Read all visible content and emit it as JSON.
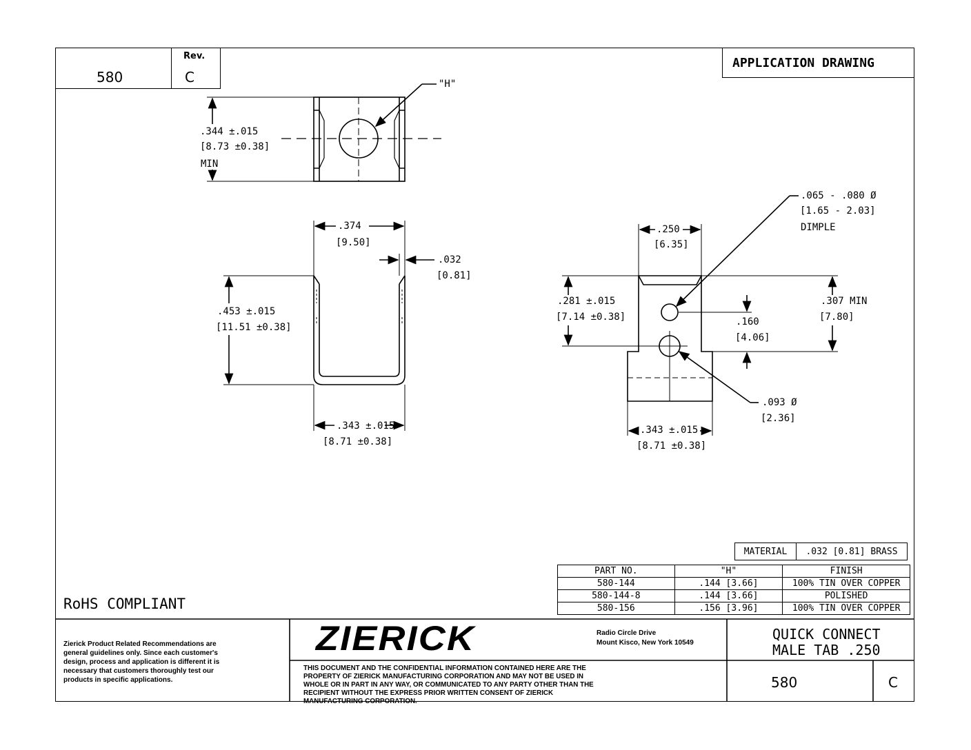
{
  "header": {
    "doc_number": "580",
    "rev_label": "Rev.",
    "rev_value": "C",
    "drawing_type": "APPLICATION DRAWING"
  },
  "top_view": {
    "hole_label": "\"H\"",
    "height_dim": ".344 ±.015",
    "height_dim_mm": "[8.73 ±0.38]",
    "height_note": "MIN"
  },
  "front_view": {
    "width_dim": ".374",
    "width_dim_mm": "[9.50]",
    "thickness_dim": ".032",
    "thickness_dim_mm": "[0.81]",
    "height_dim": ".453 ±.015",
    "height_dim_mm": "[11.51 ±0.38]",
    "bottom_dim": ".343 ±.015",
    "bottom_dim_mm": "[8.71 ±0.38]"
  },
  "side_view": {
    "tab_width": ".250",
    "tab_width_mm": "[6.35]",
    "dimple_dim": ".065 - .080  Ø",
    "dimple_dim_mm": "[1.65 - 2.03]",
    "dimple_label": "DIMPLE",
    "dimple_height": ".281 ±.015",
    "dimple_height_mm": "[7.14 ±0.38]",
    "tab_height": ".307  MIN",
    "tab_height_mm": "[7.80]",
    "hole_spacing": ".160",
    "hole_spacing_mm": "[4.06]",
    "hole_dim": ".093  Ø",
    "hole_dim_mm": "[2.36]",
    "base_width": ".343 ±.015",
    "base_width_mm": "[8.71 ±0.38]"
  },
  "material": {
    "label": "MATERIAL",
    "value": ".032 [0.81] BRASS"
  },
  "parts_table": {
    "headers": [
      "PART NO.",
      "\"H\"",
      "FINISH"
    ],
    "rows": [
      [
        "580-144",
        ".144 [3.66]",
        "100% TIN OVER COPPER"
      ],
      [
        "580-144-8",
        ".144 [3.66]",
        "POLISHED"
      ],
      [
        "580-156",
        ".156 [3.96]",
        "100% TIN OVER COPPER"
      ]
    ]
  },
  "rohs": "RoHS COMPLIANT",
  "title_block": {
    "disclaimer": "Zierick Product Related Recommendations are general guidelines only. Since each customer's design, process and application is different it is necessary that customers thoroughly test our products in specific applications.",
    "logo": "ZIERICK",
    "address_line1": "Radio Circle Drive",
    "address_line2": "Mount Kisco, New York 10549",
    "confidential": "THIS DOCUMENT AND THE CONFIDENTIAL INFORMATION CONTAINED HERE ARE THE PROPERTY OF ZIERICK MANUFACTURING CORPORATION AND MAY NOT BE USED IN WHOLE OR IN PART IN ANY WAY, OR COMMUNICATED TO ANY PARTY OTHER THAN THE RECIPIENT WITHOUT THE EXPRESS PRIOR WRITTEN CONSENT OF ZIERICK MANUFACTURING CORPORATION.",
    "title_line1": "QUICK CONNECT",
    "title_line2": "MALE TAB .250",
    "doc_number": "580",
    "rev": "C"
  }
}
